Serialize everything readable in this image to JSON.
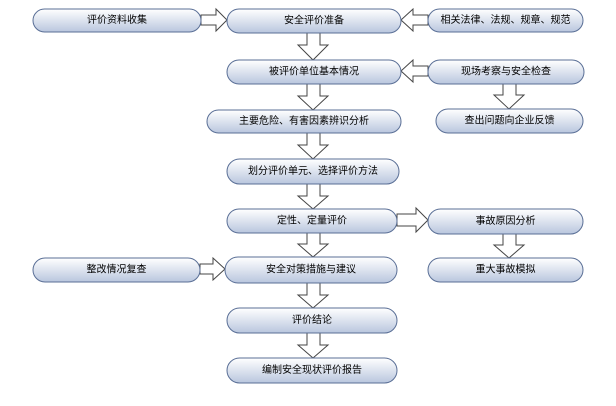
{
  "nodes": {
    "collect": "评价资料收集",
    "prepare": "安全评价准备",
    "laws": "相关法律、法规、规章、规范",
    "basic": "被评价单位基本情况",
    "survey": "现场考察与安全检查",
    "identify": "主要危险、有害因素辨识分析",
    "feedback": "查出问题向企业反馈",
    "divide": "划分评价单元、选择评价方法",
    "evaluate": "定性、定量评价",
    "cause": "事故原因分析",
    "rectify": "整改情况复查",
    "measures": "安全对策措施与建议",
    "simulation": "重大事故模拟",
    "conclusion": "评价结论",
    "report": "编制安全现状评价报告"
  },
  "colors": {
    "box_fill_light": "#ffffff",
    "box_fill_dark": "#b9c6de",
    "box_stroke": "#5a6f96",
    "arrow_fill": "#ffffff",
    "arrow_stroke": "#444444"
  }
}
